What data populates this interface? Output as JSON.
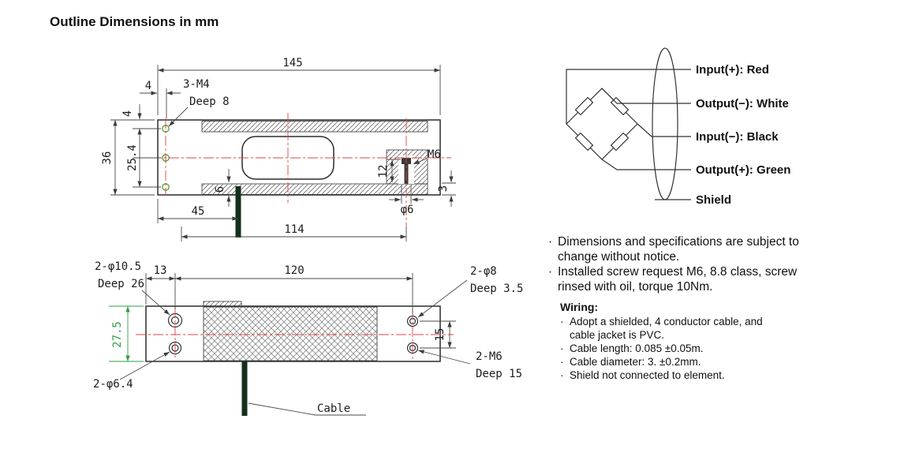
{
  "title": "Outline Dimensions in mm",
  "bullet_char": "·",
  "colors": {
    "centerline_red": "#e04444",
    "dimension_green": "#2f9e44",
    "hole_green": "#5a9a3a"
  },
  "top_view": {
    "dim_overall_width": "145",
    "dim_hole_offset_x": "4",
    "holes_label": "3-M4",
    "holes_depth": "Deep 8",
    "dim_hole_offset_y": "4",
    "dim_overall_height": "36",
    "dim_hole_spacing": "25.4",
    "dim_cable_offset": "6",
    "dim_screw_depth": "12",
    "screw_label": "M6",
    "screw_dia": "φ6",
    "dim_edge": "3",
    "dim_cable_pos": "45",
    "dim_screw_pos": "114"
  },
  "bottom_view": {
    "bore_label": "2-φ10.5",
    "bore_depth": "Deep 26",
    "dim_edge_offset": "13",
    "dim_hole_span": "120",
    "hole_label": "2-φ8",
    "hole_depth": "Deep 3.5",
    "dim_height": "27.5",
    "dim_hole_gap": "15",
    "thread_label": "2-M6",
    "thread_depth": "Deep 15",
    "through_label": "2-φ6.4",
    "cable_label": "Cable"
  },
  "wiring_diagram": {
    "labels": [
      "Input(+): Red",
      "Output(−): White",
      "Input(−): Black",
      "Output(+): Green",
      "Shield"
    ]
  },
  "notes": [
    "Dimensions and specifications are subject to change without notice.",
    "Installed screw request M6, 8.8 class, screw rinsed with oil, torque 10Nm."
  ],
  "wiring_notes": {
    "heading": "Wiring:",
    "items": [
      "Adopt a shielded, 4 conductor cable, and cable jacket is PVC.",
      "Cable length: 0.085  ±0.05m.",
      "Cable diameter: 3.  ±0.2mm.",
      "Shield not connected to element."
    ]
  }
}
